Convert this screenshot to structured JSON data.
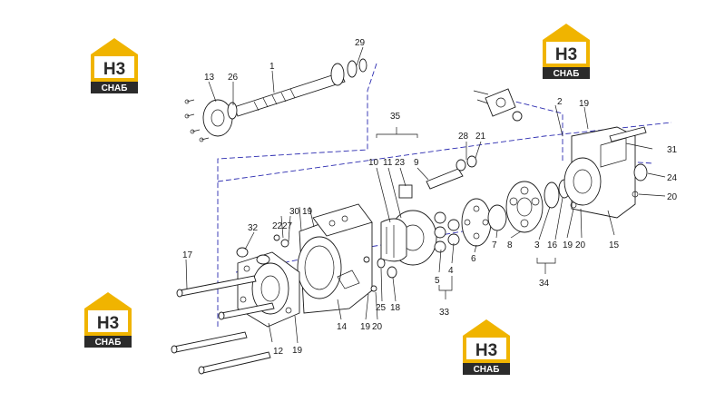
{
  "logo": {
    "big": "H3",
    "small": "СНАБ",
    "colors": {
      "yellow": "#f0b400",
      "dark": "#2b2b2b"
    }
  },
  "callouts": {
    "c1": "1",
    "c2": "2",
    "c3": "3",
    "c4": "4",
    "c5": "5",
    "c6": "6",
    "c7": "7",
    "c8": "8",
    "c9": "9",
    "c10": "10",
    "c11": "11",
    "c12": "12",
    "c13": "13",
    "c14": "14",
    "c15": "15",
    "c16": "16",
    "c17": "17",
    "c18": "18",
    "c19a": "19",
    "c19b": "19",
    "c19c": "19",
    "c19d": "19",
    "c20a": "20",
    "c20b": "20",
    "c20c": "20",
    "c21": "21",
    "c22": "22",
    "c23": "23",
    "c24": "24",
    "c25": "25",
    "c26": "26",
    "c27": "27",
    "c28": "28",
    "c29": "29",
    "c30": "30",
    "c31": "31",
    "c32": "32",
    "c33": "33",
    "c34": "34",
    "c35": "35"
  },
  "colors": {
    "line": "#1a1a1a",
    "dashed": "#2b2bb0",
    "background": "#ffffff"
  }
}
